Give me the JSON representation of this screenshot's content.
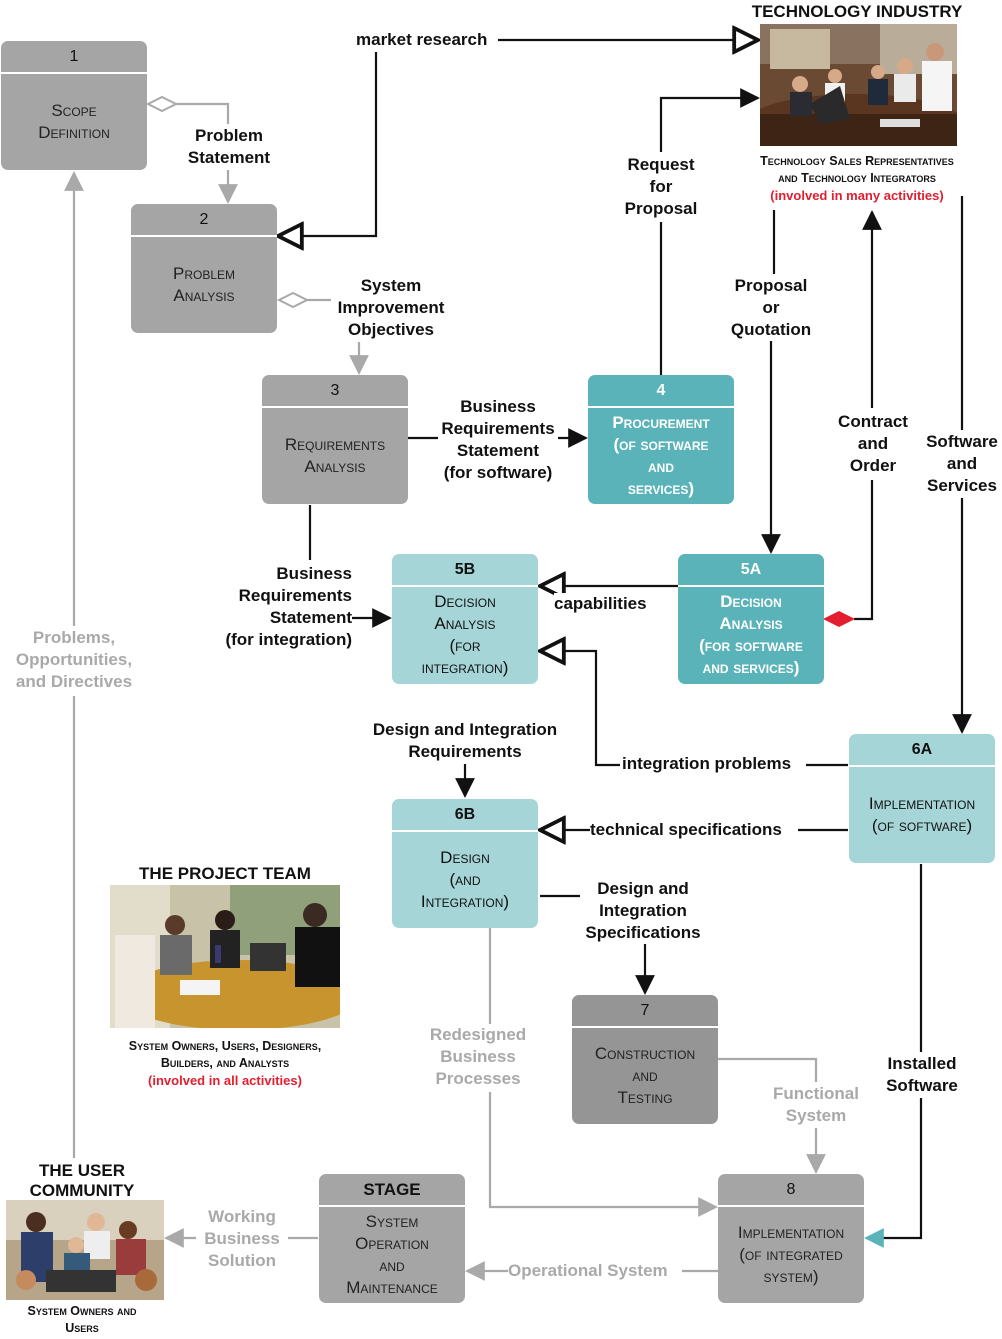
{
  "tech_industry": {
    "heading": "TECHNOLOGY INDUSTRY",
    "caption_line1": "Technology Sales Representatives",
    "caption_line2": "and Technology Integrators",
    "caption_note": "(involved in many activities)",
    "photo_icon": "meeting-photo"
  },
  "project_team": {
    "heading": "THE PROJECT TEAM",
    "caption_line1": "System Owners, Users, Designers,",
    "caption_line2": "Builders, and Analysts",
    "caption_note": "(involved in all activities)",
    "photo_icon": "team-photo"
  },
  "user_community": {
    "heading_line1": "THE USER",
    "heading_line2": "COMMUNITY",
    "caption_line1": "System Owners and",
    "caption_line2": "Users",
    "photo_icon": "users-photo"
  },
  "boxes": {
    "b1": {
      "num": "1",
      "line1": "Scope",
      "line2": "Definition"
    },
    "b2": {
      "num": "2",
      "line1": "Problem",
      "line2": "Analysis"
    },
    "b3": {
      "num": "3",
      "line1": "Requirements",
      "line2": "Analysis"
    },
    "b4": {
      "num": "4",
      "line1": "Procurement",
      "line2": "(of software",
      "line3": "and",
      "line4": "services)"
    },
    "b5b": {
      "num": "5B",
      "line1": "Decision",
      "line2": "Analysis",
      "line3": "(for",
      "line4": "integration)"
    },
    "b5a": {
      "num": "5A",
      "line1": "Decision",
      "line2": "Analysis",
      "line3": "(for software",
      "line4": "and services)"
    },
    "b6a": {
      "num": "6A",
      "line1": "Implementation",
      "line2": "(of software)"
    },
    "b6b": {
      "num": "6B",
      "line1": "Design",
      "line2": "(and",
      "line3": "Integration)"
    },
    "b7": {
      "num": "7",
      "line1": "Construction",
      "line2": "and",
      "line3": "Testing"
    },
    "b8": {
      "num": "8",
      "line1": "Implementation",
      "line2": "(of integrated",
      "line3": "system)"
    },
    "stage": {
      "num": "STAGE",
      "line1": "System",
      "line2": "Operation",
      "line3": "and",
      "line4": "Maintenance"
    }
  },
  "labels": {
    "market_research": "market research",
    "problem_statement_1": "Problem",
    "problem_statement_2": "Statement",
    "sio_1": "System",
    "sio_2": "Improvement",
    "sio_3": "Objectives",
    "rfp_1": "Request",
    "rfp_2": "for",
    "rfp_3": "Proposal",
    "poq_1": "Proposal",
    "poq_2": "or",
    "poq_3": "Quotation",
    "brs_sw_1": "Business",
    "brs_sw_2": "Requirements",
    "brs_sw_3": "Statement",
    "brs_sw_4": "(for software)",
    "contract_1": "Contract",
    "contract_2": "and",
    "contract_3": "Order",
    "sws_1": "Software",
    "sws_2": "and",
    "sws_3": "Services",
    "brs_int_1": "Business",
    "brs_int_2": "Requirements",
    "brs_int_3": "Statement",
    "brs_int_4": "(for integration)",
    "capabilities": "capabilities",
    "pod_1": "Problems,",
    "pod_2": "Opportunities,",
    "pod_3": "and Directives",
    "dir_1": "Design and Integration",
    "dir_2": "Requirements",
    "integration_problems": "integration problems",
    "tech_specs": "technical specifications",
    "dis_1": "Design and",
    "dis_2": "Integration",
    "dis_3": "Specifications",
    "rbp_1": "Redesigned",
    "rbp_2": "Business",
    "rbp_3": "Processes",
    "inst_1": "Installed",
    "inst_2": "Software",
    "func_1": "Functional",
    "func_2": "System",
    "wbs_1": "Working",
    "wbs_2": "Business",
    "wbs_3": "Solution",
    "op_system": "Operational System"
  },
  "colors": {
    "gray_box": "#a5a5a5",
    "teal_box": "#5ab3b9",
    "light_teal_box": "#a6d5d8",
    "gray_text": "#a9a9a9",
    "red_note": "#e31e2e"
  }
}
